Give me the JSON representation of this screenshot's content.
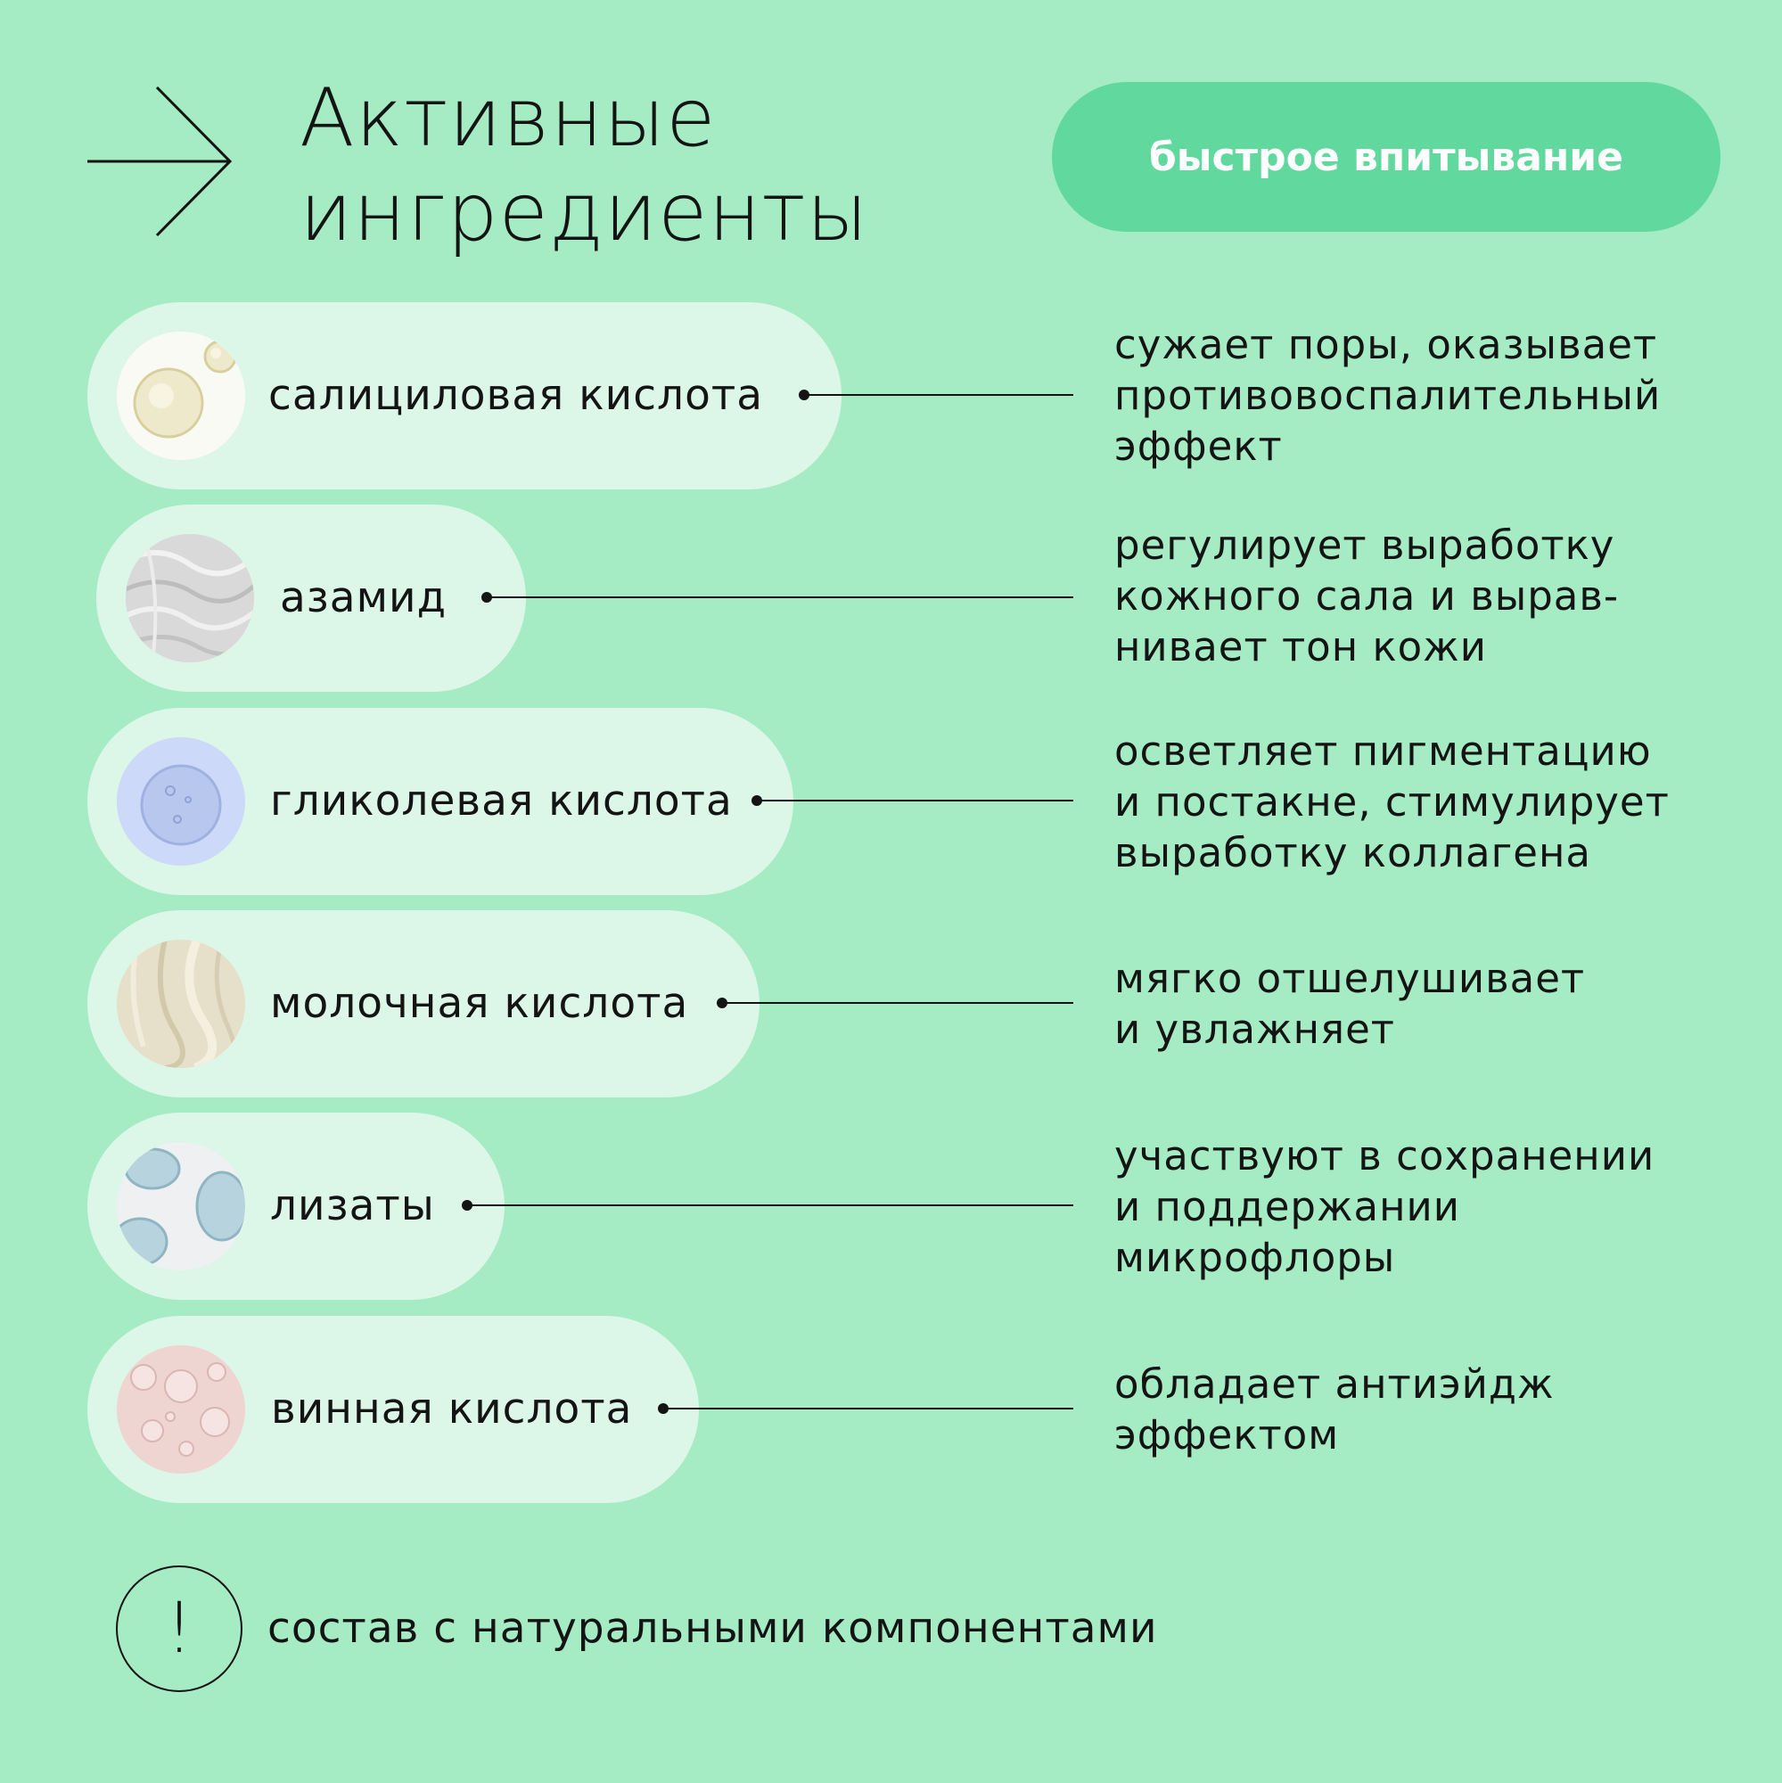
{
  "header": {
    "title_lines": [
      "Активные",
      "ингредиенты"
    ],
    "badge": "быстрое впитывание",
    "arrow_icon": "arrow-right-icon"
  },
  "colors": {
    "background": "#a5ebc3",
    "pill": "#dcf7e8",
    "badge": "#61d89e",
    "text": "#141414"
  },
  "ingredients": [
    {
      "name": "салициловая кислота",
      "description": [
        "сужает поры, оказывает",
        "противовоспалительный",
        "эффект"
      ],
      "thumb": "oil-drops-image"
    },
    {
      "name": "азамид",
      "description": [
        "регулирует выработку",
        "кожного сала и вырав-",
        "нивает тон кожи"
      ],
      "thumb": "water-ripple-image"
    },
    {
      "name": "гликолевая кислота",
      "description": [
        "осветляет пигментацию",
        "и постакне, стимулирует",
        "выработку коллагена"
      ],
      "thumb": "blue-gel-drop-image"
    },
    {
      "name": "молочная кислота",
      "description": [
        "мягко отшелушивает",
        "и увлажняет"
      ],
      "thumb": "beige-water-image"
    },
    {
      "name": "лизаты",
      "description": [
        "участвуют в сохранении",
        "и поддержании",
        "микрофлоры"
      ],
      "thumb": "gel-drops-image"
    },
    {
      "name": "винная кислота",
      "description": [
        "обладает антиэйдж",
        "эффектом"
      ],
      "thumb": "pink-droplets-image"
    }
  ],
  "note": {
    "text": "состав с натуральными компонентами",
    "icon": "exclamation-icon",
    "glyph": "!"
  }
}
